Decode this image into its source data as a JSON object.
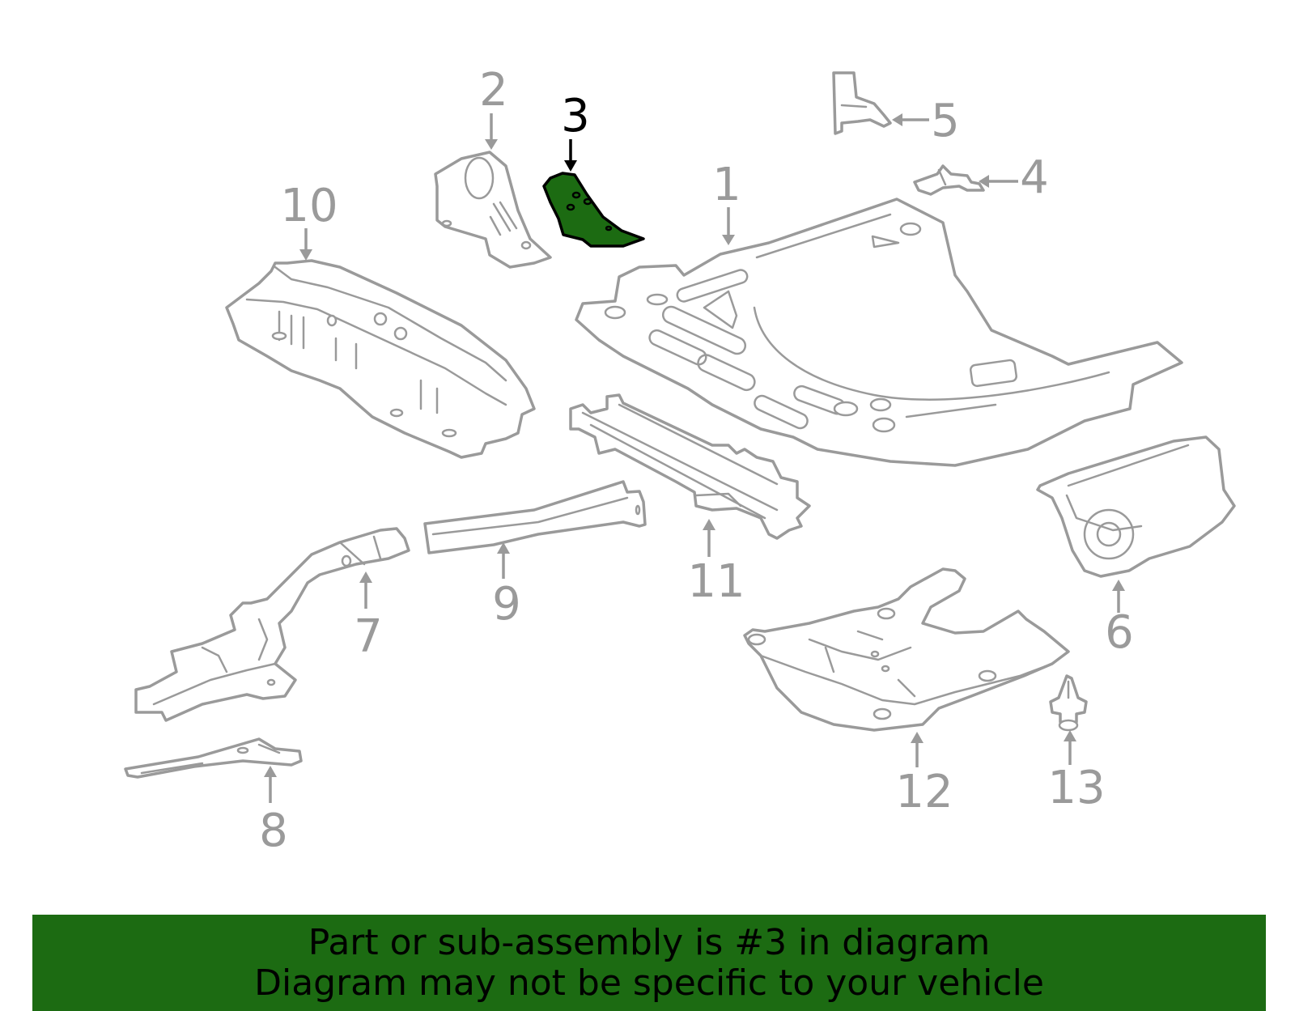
{
  "colors": {
    "banner": "#1c6b12",
    "highlight_part": "#1c6b12",
    "part_outline": "#9a9a9a",
    "selected_outline": "#000000"
  },
  "diagram": {
    "selected_part": "3",
    "callouts": [
      {
        "id": "c1",
        "label": "1"
      },
      {
        "id": "c2",
        "label": "2"
      },
      {
        "id": "c3",
        "label": "3"
      },
      {
        "id": "c4",
        "label": "4"
      },
      {
        "id": "c5",
        "label": "5"
      },
      {
        "id": "c6",
        "label": "6"
      },
      {
        "id": "c7",
        "label": "7"
      },
      {
        "id": "c8",
        "label": "8"
      },
      {
        "id": "c9",
        "label": "9"
      },
      {
        "id": "c10",
        "label": "10"
      },
      {
        "id": "c11",
        "label": "11"
      },
      {
        "id": "c12",
        "label": "12"
      },
      {
        "id": "c13",
        "label": "13"
      }
    ]
  },
  "banner": {
    "line1": "Part or sub-assembly is #3 in diagram",
    "line2": "Diagram may not be specific to your vehicle"
  }
}
